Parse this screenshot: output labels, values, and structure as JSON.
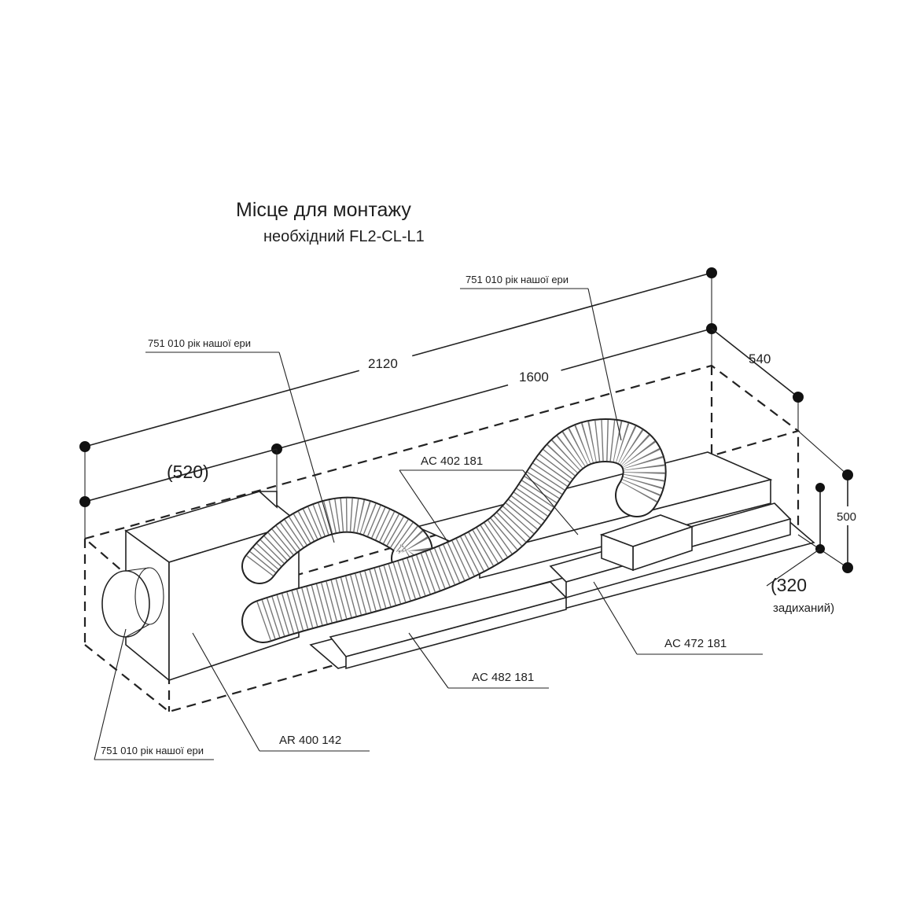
{
  "title": "Місце для монтажу",
  "subtitle": "необхідний FL2-CL-L1",
  "dimensions": {
    "overall_length": "2120",
    "inner_length": "1600",
    "depth": "540",
    "height": "500",
    "left_section": "(520)",
    "right_section_value": "(320",
    "right_section_note": "задиханий)"
  },
  "callouts": {
    "hose_top_left": "751 010 рік нашої ери",
    "hose_top_right": "751 010 рік нашої ери",
    "hose_bottom_left": "751 010 рік нашої ери",
    "ac_402": "AC 402 181",
    "ac_472": "AC 472 181",
    "ac_482": "AC 482 181",
    "ar_400": "AR 400 142"
  }
}
